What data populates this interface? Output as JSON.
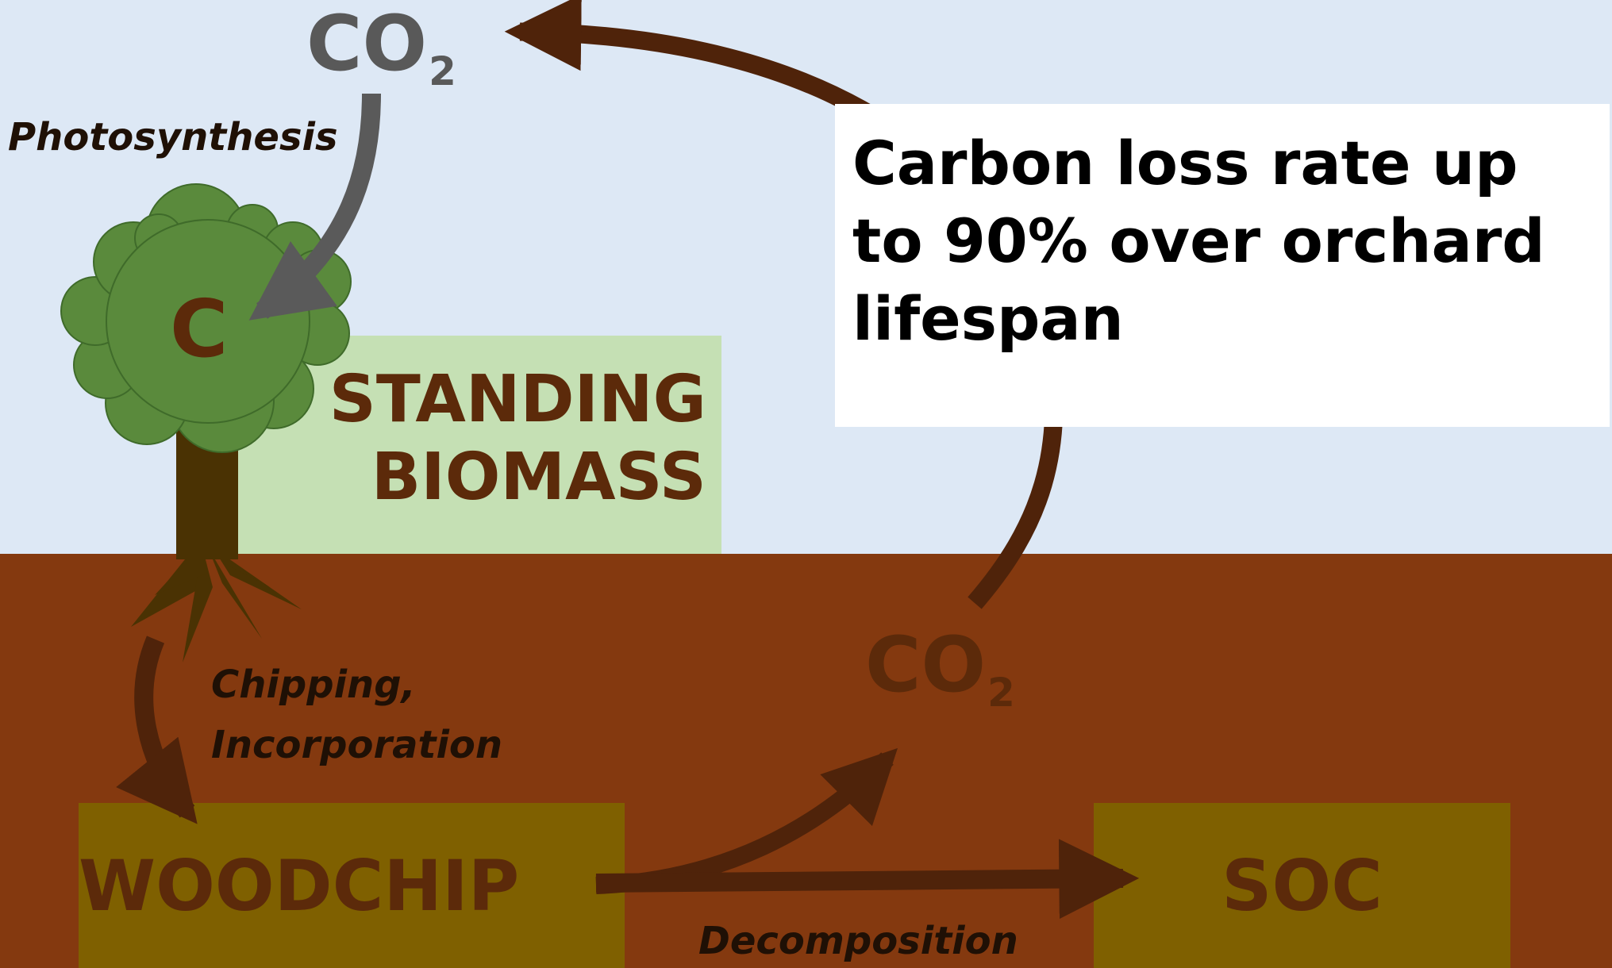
{
  "colors": {
    "sky": "#dde8f5",
    "soil": "#84390f",
    "standing_box": "#c5e0b4",
    "woodchip_box": "#7f6000",
    "soc_box": "#7f6000",
    "dark_arrow": "#4f230a",
    "gray_arrow": "#5a5a5a",
    "canopy": "#5a8a3c",
    "trunk": "#4a3203",
    "co2_gray": "#595959",
    "co2_soil": "#5c2a0a",
    "label_brown": "#5c2a0a",
    "callout_bg": "#ffffff"
  },
  "icons": [
    "tree-icon"
  ],
  "labels": {
    "co2_top_main": "CO",
    "co2_top_sub": "2",
    "photosynthesis": "Photosynthesis",
    "carbon_c": "C",
    "standing_line1": "STANDING",
    "standing_line2": "BIOMASS",
    "chipping_line1": "Chipping,",
    "chipping_line2": "Incorporation",
    "co2_soil_main": "CO",
    "co2_soil_sub": "2",
    "woodchip": "WOODCHIP",
    "soc": "SOC",
    "decomposition": "Decomposition"
  },
  "callout": {
    "line1": "Carbon loss rate up",
    "line2": "to 90% over orchard",
    "line3": "lifespan"
  }
}
